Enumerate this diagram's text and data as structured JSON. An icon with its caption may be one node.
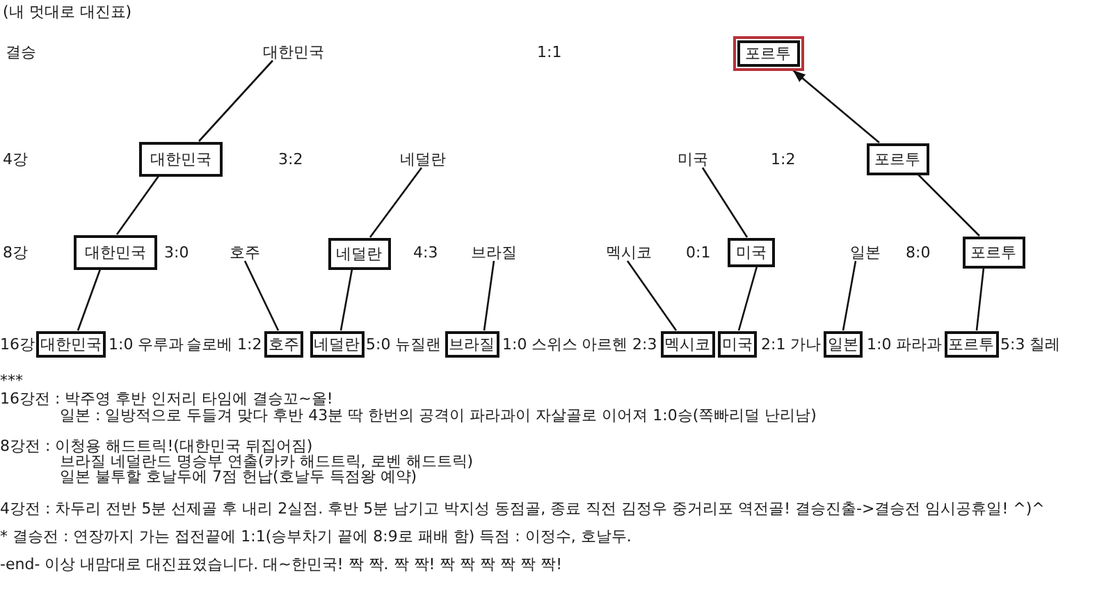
{
  "diagram": {
    "title": "(내 멋대로 대진표)",
    "nodes": [
      {
        "text": [
          "대한민국"
        ]
      },
      {
        "text": [
          "포르투"
        ]
      },
      {
        "text": [
          "대한민국"
        ]
      },
      {
        "text": [
          "네덜란"
        ]
      },
      {
        "text": [
          "미국"
        ]
      },
      {
        "text": [
          "포르투"
        ]
      },
      {
        "text": [
          "대한민국"
        ]
      },
      {
        "text": [
          "호주"
        ]
      },
      {
        "text": [
          "네덜란"
        ]
      },
      {
        "text": [
          "브라질"
        ]
      },
      {
        "text": [
          "멕시코"
        ]
      },
      {
        "text": [
          "미국"
        ]
      },
      {
        "text": [
          "일본"
        ]
      },
      {
        "text": [
          "포르투"
        ]
      },
      {
        "text": [
          "대한민국"
        ]
      },
      {
        "text": [
          "호주"
        ]
      },
      {
        "text": [
          "네덜란"
        ]
      },
      {
        "text": [
          "브라질"
        ]
      },
      {
        "text": [
          "멕시코"
        ]
      },
      {
        "text": [
          "미국"
        ]
      },
      {
        "text": [
          "일본"
        ]
      },
      {
        "text": [
          "포르투"
        ]
      }
    ],
    "edges": [
      {
        "from": 14,
        "to": 6,
        "arrow": "none"
      },
      {
        "from": 15,
        "to": 7,
        "arrow": "none"
      },
      {
        "from": 16,
        "to": 8,
        "arrow": "none"
      },
      {
        "from": 17,
        "to": 9,
        "arrow": "none"
      },
      {
        "from": 18,
        "to": 10,
        "arrow": "none"
      },
      {
        "from": 19,
        "to": 11,
        "arrow": "none"
      },
      {
        "from": 20,
        "to": 12,
        "arrow": "none"
      },
      {
        "from": 21,
        "to": 13,
        "arrow": "none"
      },
      {
        "from": 6,
        "to": 2,
        "arrow": "none"
      },
      {
        "from": 8,
        "to": 3,
        "arrow": "none"
      },
      {
        "from": 11,
        "to": 4,
        "arrow": "none"
      },
      {
        "from": 13,
        "to": 5,
        "arrow": "none"
      },
      {
        "from": 2,
        "to": 0,
        "arrow": "none"
      },
      {
        "from": 5,
        "to": 1,
        "arrow": "to"
      }
    ],
    "labels": [
      "결승",
      "1:1",
      "4강",
      "3:2",
      "1:2",
      "8강",
      "3:0",
      "4:3",
      "0:1",
      "8:0",
      "16강",
      "1:0 우루과",
      "슬로베 1:2",
      "5:0 뉴질랜",
      "1:0 스위스",
      "아르헨 2:3",
      "2:1 가나",
      "1:0 파라과",
      "5:3 칠레",
      "***",
      "16강전 : 박주영 후반 인저리 타임에 결승꼬~올!",
      "일본 : 일방적으로 두들겨 맞다 후반 43분 딱 한번의 공격이 파라과이 자살골로 이어져 1:0승(쪽빠리덜 난리남)",
      "8강전 : 이청용 해드트릭!(대한민국 뒤집어짐)",
      "브라질 네덜란드 명승부 연출(카카 해드트릭, 로벤 해드트릭)",
      "일본 불투할 호날두에 7점 헌납(호날두 득점왕 예약)",
      "4강전 : 차두리 전반 5분 선제골 후 내리 2실점. 후반 5분 남기고 박지성 동점골, 종료 직전 김정우 중거리포 역전골! 결승진출->결승전 임시공휴일! ^)^",
      "* 결승전 : 연장까지 가는 접전끝에 1:1(승부차기 끝에 8:9로 패배 함) 득점 : 이정수, 호날두.",
      "-end- 이상 내맘대로 대진표였습니다. 대~한민국! 짝 짝. 짝 짝! 짝 짝 짝 짝 짝 짝!"
    ]
  }
}
